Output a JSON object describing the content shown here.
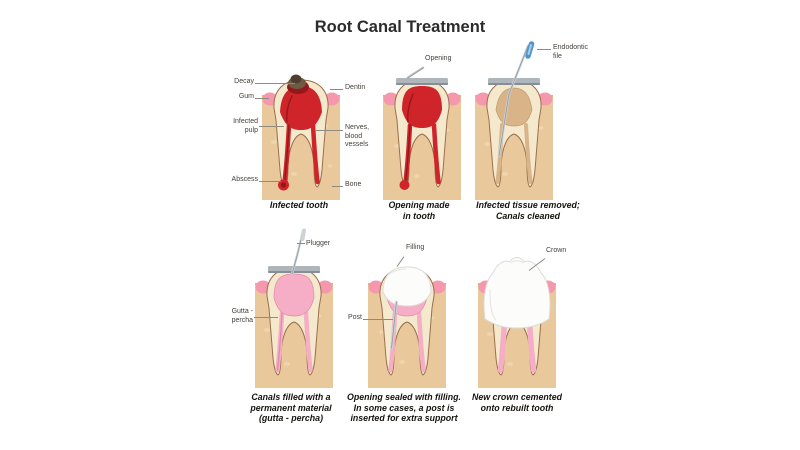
{
  "title": "Root Canal Treatment",
  "colors": {
    "bg": "#ffffff",
    "title_text": "#2c2c2c",
    "label_text": "#45413b",
    "caption_text": "#15130f",
    "leader": "#8f8a80",
    "bone": "#e9c99c",
    "bone_edge": "#d9b382",
    "gum_pink": "#f598ae",
    "enamel": "#f4e8cd",
    "tooth_outline": "#9a6f4c",
    "canal_empty": "#d8b488",
    "infection_red": "#cf2429",
    "infection_dark": "#93181c",
    "decay_brown": "#6e5943",
    "gutta_pink": "#f5aec6",
    "gutta_pink_dark": "#e08bab",
    "metal_gray": "#aeb6bc",
    "metal_dark": "#868e95",
    "file_blue": "#4f94cf",
    "file_blue_light": "#a8d0ec",
    "crown_white": "#fcfcfb",
    "crown_shade": "#dddcd6"
  },
  "panels": [
    {
      "caption": "Infected tooth",
      "labels": {
        "decay": "Decay",
        "gum": "Gum",
        "infected_pulp": "Infected\npulp",
        "abscess": "Abscess",
        "dentin": "Dentin",
        "nerves": "Nerves,\nblood\nvessels",
        "bone": "Bone"
      }
    },
    {
      "caption": "Opening made\nin tooth",
      "labels": {
        "opening": "Opening"
      }
    },
    {
      "caption": "Infected tissue removed;\nCanals cleaned",
      "labels": {
        "endodontic_file": "Endodontic\nfile"
      }
    },
    {
      "caption": "Canals filled with a\npermanent material\n(gutta - percha)",
      "labels": {
        "plugger": "Plugger",
        "gutta_percha": "Gutta -\npercha"
      }
    },
    {
      "caption": "Opening sealed with filling.\nIn some cases, a post is\ninserted for extra support",
      "labels": {
        "filling": "Filling",
        "post": "Post"
      }
    },
    {
      "caption": "New crown cemented\nonto rebuilt tooth",
      "labels": {
        "crown": "Crown"
      }
    }
  ]
}
